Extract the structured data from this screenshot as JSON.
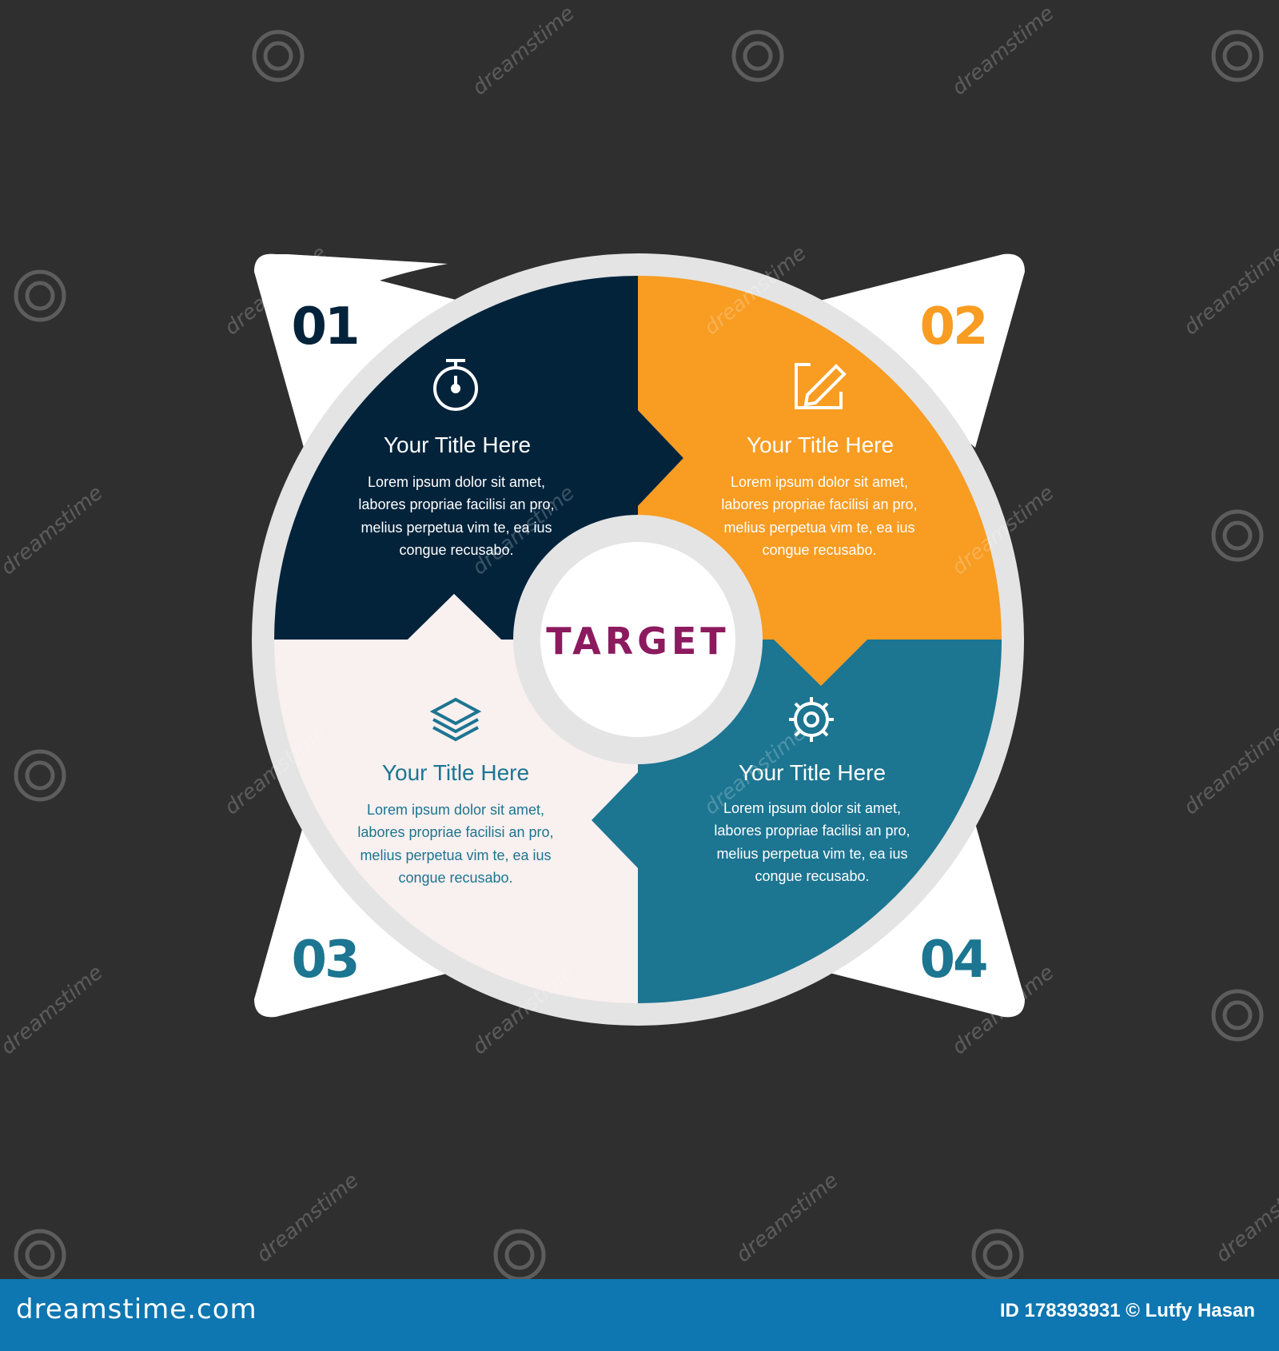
{
  "center_label": "TARGET",
  "segments": [
    {
      "number": "01",
      "icon": "stopwatch-icon",
      "title": "Your Title Here",
      "body_lines": [
        "Lorem ipsum dolor sit amet,",
        "labores propriae facilisi an pro,",
        "melius perpetua vim te, ea ius",
        "congue recusabo."
      ]
    },
    {
      "number": "02",
      "icon": "edit-pencil-icon",
      "title": "Your Title Here",
      "body_lines": [
        "Lorem ipsum dolor sit amet,",
        "labores propriae facilisi an pro,",
        "melius perpetua vim te, ea ius",
        "congue recusabo."
      ]
    },
    {
      "number": "03",
      "icon": "layers-icon",
      "title": "Your Title Here",
      "body_lines": [
        "Lorem ipsum dolor sit amet,",
        "labores propriae facilisi an pro,",
        "melius perpetua vim te, ea ius",
        "congue recusabo."
      ]
    },
    {
      "number": "04",
      "icon": "gear-icon",
      "title": "Your Title Here",
      "body_lines": [
        "Lorem ipsum dolor sit amet,",
        "labores propriae facilisi an pro,",
        "melius perpetua vim te, ea ius",
        "congue   recusabo."
      ]
    }
  ],
  "watermark": {
    "brand": "dreamstime.com",
    "id_credit": "ID 178393931 © Lutfy Hasan",
    "tile_text": "dreamstime"
  },
  "colors": {
    "background": "#2f2f2f",
    "navy": "#03233b",
    "orange": "#f89c22",
    "teal": "#1c7591",
    "pale_pink": "#f9f0f0",
    "ring": "#e4e4e4",
    "target_text": "#8c1a5e",
    "number_navy": "#03233b",
    "number_orange": "#f89c22",
    "number_teal": "#1c7591",
    "bottom_bar": "#0e76b0"
  }
}
